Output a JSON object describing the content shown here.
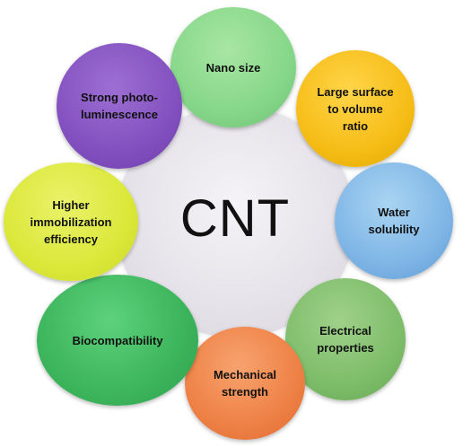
{
  "center": {
    "label": "CNT"
  },
  "properties": [
    {
      "key": "nano",
      "label_lines": [
        "Nano size"
      ],
      "color": "#86d78a"
    },
    {
      "key": "surface",
      "label_lines": [
        "Large surface",
        "to volume",
        "ratio"
      ],
      "color": "#f6bd17"
    },
    {
      "key": "water",
      "label_lines": [
        "Water",
        "solubility"
      ],
      "color": "#7fb6e6"
    },
    {
      "key": "elec",
      "label_lines": [
        "Electrical",
        "properties"
      ],
      "color": "#7ebd6a"
    },
    {
      "key": "mech",
      "label_lines": [
        "Mechanical",
        "strength"
      ],
      "color": "#ee8146"
    },
    {
      "key": "bio",
      "label_lines": [
        "Biocompatibility"
      ],
      "color": "#3cb55c"
    },
    {
      "key": "immob",
      "label_lines": [
        "Higher",
        "immobilization",
        "efficiency"
      ],
      "color": "#dbe83a"
    },
    {
      "key": "photo",
      "label_lines": [
        "Strong photo-",
        "luminescence"
      ],
      "color": "#8351bf"
    }
  ]
}
